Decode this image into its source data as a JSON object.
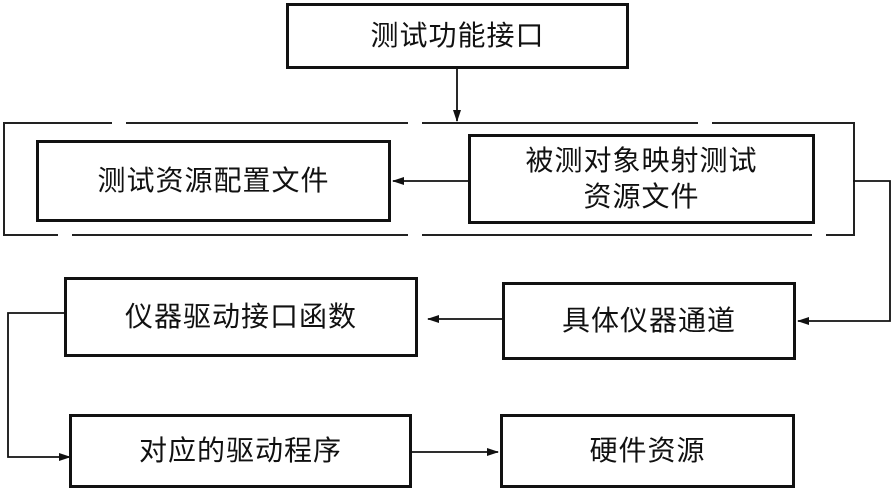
{
  "nodes": {
    "test_interface": "测试功能接口",
    "resource_config": "测试资源配置文件",
    "mapping_line1": "被测对象映射测试",
    "mapping_line2": "资源文件",
    "instrument_driver_api": "仪器驱动接口函数",
    "instrument_channel": "具体仪器通道",
    "driver_program": "对应的驱动程序",
    "hardware_resource": "硬件资源"
  }
}
